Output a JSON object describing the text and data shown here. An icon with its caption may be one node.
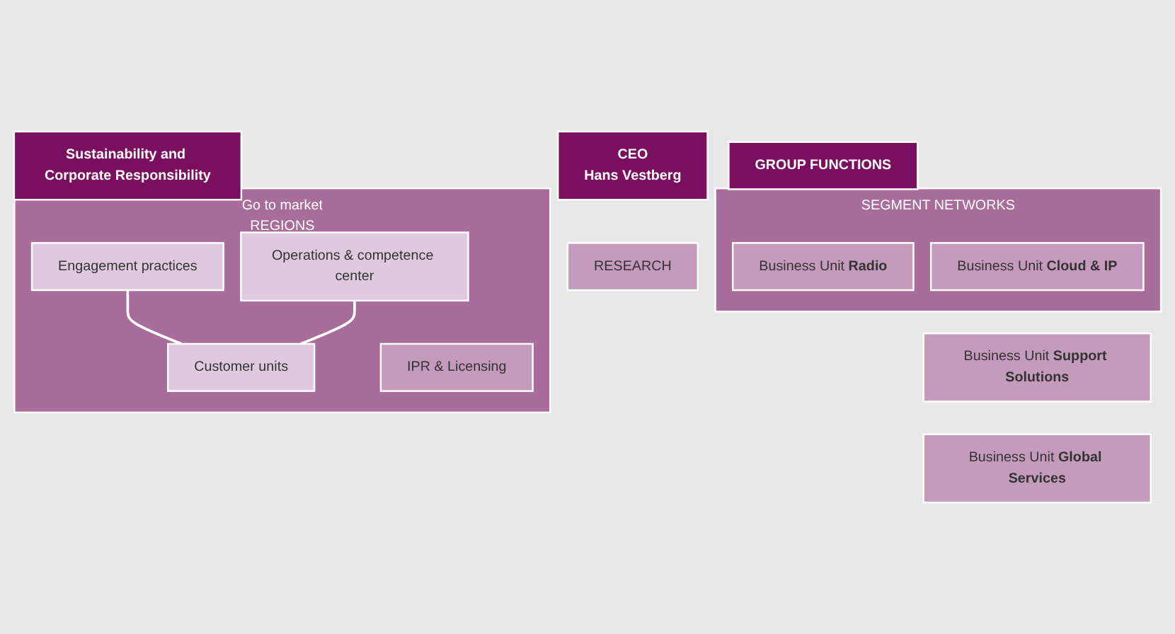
{
  "diagram": {
    "nodes": [
      {
        "text": [
          "CEO",
          "Hans Vestberg"
        ]
      },
      {
        "text": [
          "GROUP FUNCTIONS"
        ]
      },
      {
        "text": [
          "Sustainability and Corporate Responsibility"
        ]
      },
      {
        "text": [
          "RESEARCH"
        ]
      },
      {
        "text": [
          "SEGMENT NETWORKS"
        ]
      },
      {
        "text": [
          "Business Unit **Radio**"
        ],
        "in": 4
      },
      {
        "text": [
          "Business Unit **Cloud & IP**"
        ],
        "in": 4
      },
      {
        "text": [
          "Business Unit **Support Solutions**"
        ]
      },
      {
        "text": [
          "Business Unit **Global Services**"
        ]
      },
      {
        "text": [
          "Go to market",
          "REGIONS"
        ]
      },
      {
        "text": [
          "Engagement practices"
        ],
        "in": 9
      },
      {
        "text": [
          "Operations & competence center"
        ],
        "in": 9
      },
      {
        "text": [
          "Customer units"
        ],
        "in": 9
      },
      {
        "text": [
          "IPR & Licensing"
        ],
        "in": 9
      }
    ],
    "edges": [
      {
        "from": 10,
        "to": 12,
        "arrow": "none"
      },
      {
        "from": 11,
        "to": 12,
        "arrow": "none"
      }
    ]
  }
}
